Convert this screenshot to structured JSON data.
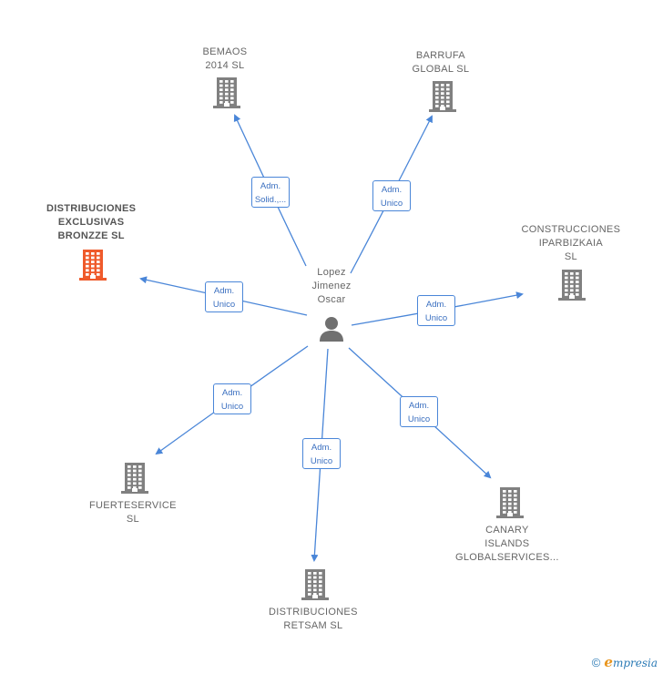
{
  "center": {
    "lines": [
      "Lopez",
      "Jimenez",
      "Oscar"
    ]
  },
  "companies": [
    {
      "id": "bemaos",
      "lines": [
        "BEMAOS",
        "2014  SL"
      ],
      "highlight": false
    },
    {
      "id": "barrufa",
      "lines": [
        "BARRUFA",
        "GLOBAL  SL"
      ],
      "highlight": false
    },
    {
      "id": "bronzze",
      "lines": [
        "DISTRIBUCIONES",
        "EXCLUSIVAS",
        "BRONZZE  SL"
      ],
      "highlight": true
    },
    {
      "id": "iparbizkaia",
      "lines": [
        "CONSTRUCCIONES",
        "IPARBIZKAIA",
        "SL"
      ],
      "highlight": false
    },
    {
      "id": "fuerteservice",
      "lines": [
        "FUERTESERVICE",
        "SL"
      ],
      "highlight": false
    },
    {
      "id": "retsam",
      "lines": [
        "DISTRIBUCIONES",
        "RETSAM SL"
      ],
      "highlight": false
    },
    {
      "id": "canary",
      "lines": [
        "CANARY",
        "ISLANDS",
        "GLOBALSERVICES..."
      ],
      "highlight": false
    }
  ],
  "edges": [
    {
      "to": "bemaos",
      "lines": [
        "Adm.",
        "Solid.,..."
      ]
    },
    {
      "to": "barrufa",
      "lines": [
        "Adm.",
        "Unico"
      ]
    },
    {
      "to": "bronzze",
      "lines": [
        "Adm.",
        "Unico"
      ]
    },
    {
      "to": "iparbizkaia",
      "lines": [
        "Adm.",
        "Unico"
      ]
    },
    {
      "to": "fuerteservice",
      "lines": [
        "Adm.",
        "Unico"
      ]
    },
    {
      "to": "retsam",
      "lines": [
        "Adm.",
        "Unico"
      ]
    },
    {
      "to": "canary",
      "lines": [
        "Adm.",
        "Unico"
      ]
    }
  ],
  "colors": {
    "edge": "#4a86d8",
    "building": "#808080",
    "building_highlight": "#ef5a2b",
    "person": "#707070"
  },
  "footer": {
    "copyright": "©",
    "brand_e": "e",
    "brand_rest": "mpresia"
  }
}
